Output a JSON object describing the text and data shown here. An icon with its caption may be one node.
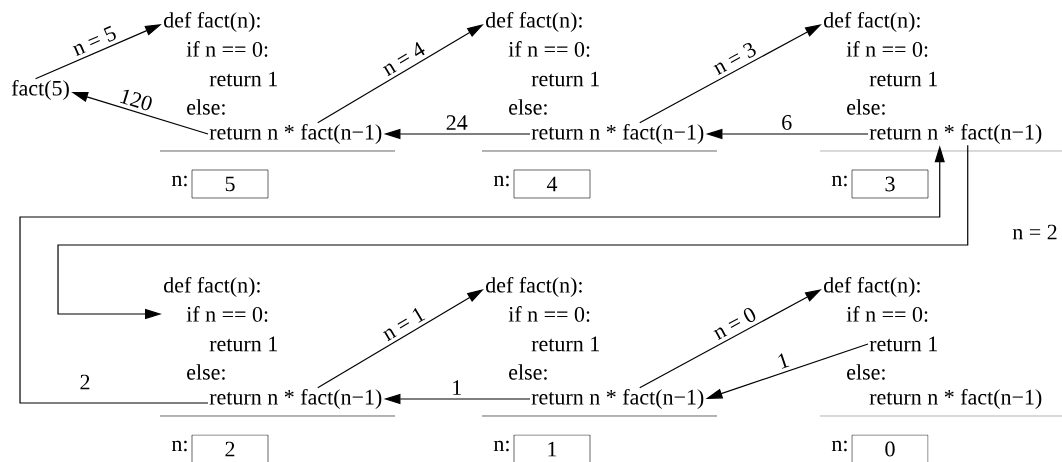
{
  "diagram": {
    "nodes": [
      {
        "text": [
          "fact(5)"
        ]
      },
      {
        "text": [
          "def fact(n):"
        ]
      },
      {
        "text": [
          "if n == 0:"
        ]
      },
      {
        "text": [
          "return 1"
        ]
      },
      {
        "text": [
          "else:"
        ]
      },
      {
        "text": [
          "return n * fact(n−1)"
        ]
      },
      {
        "text": [
          "5"
        ],
        "beside": [
          "n:"
        ]
      },
      {
        "text": [
          "def fact(n):"
        ]
      },
      {
        "text": [
          "if n == 0:"
        ]
      },
      {
        "text": [
          "return 1"
        ]
      },
      {
        "text": [
          "else:"
        ]
      },
      {
        "text": [
          "return n * fact(n−1)"
        ]
      },
      {
        "text": [
          "4"
        ],
        "beside": [
          "n:"
        ]
      },
      {
        "text": [
          "def fact(n):"
        ]
      },
      {
        "text": [
          "if n == 0:"
        ]
      },
      {
        "text": [
          "return 1"
        ]
      },
      {
        "text": [
          "else:"
        ]
      },
      {
        "text": [
          "return n * fact(n−1)"
        ]
      },
      {
        "text": [
          "3"
        ],
        "beside": [
          "n:"
        ]
      },
      {
        "text": [
          "def fact(n):"
        ]
      },
      {
        "text": [
          "if n == 0:"
        ]
      },
      {
        "text": [
          "return 1"
        ]
      },
      {
        "text": [
          "else:"
        ]
      },
      {
        "text": [
          "return n * fact(n−1)"
        ]
      },
      {
        "text": [
          "2"
        ],
        "beside": [
          "n:"
        ]
      },
      {
        "text": [
          "def fact(n):"
        ]
      },
      {
        "text": [
          "if n == 0:"
        ]
      },
      {
        "text": [
          "return 1"
        ]
      },
      {
        "text": [
          "else:"
        ]
      },
      {
        "text": [
          "return n * fact(n−1)"
        ]
      },
      {
        "text": [
          "1"
        ],
        "beside": [
          "n:"
        ]
      },
      {
        "text": [
          "def fact(n):"
        ]
      },
      {
        "text": [
          "if n == 0:"
        ]
      },
      {
        "text": [
          "return 1"
        ]
      },
      {
        "text": [
          "else:"
        ]
      },
      {
        "text": [
          "return n * fact(n−1)"
        ]
      },
      {
        "text": [
          "0"
        ],
        "beside": [
          "n:"
        ]
      }
    ],
    "edges": [
      {
        "from": 0,
        "to": 1,
        "arrow": "to",
        "label": "n = 5"
      },
      {
        "from": 5,
        "to": 0,
        "arrow": "to",
        "label": "120"
      },
      {
        "from": 5,
        "to": 7,
        "arrow": "to",
        "label": "n = 4"
      },
      {
        "from": 11,
        "to": 5,
        "arrow": "to",
        "label": "24"
      },
      {
        "from": 11,
        "to": 13,
        "arrow": "to",
        "label": "n = 3"
      },
      {
        "from": 17,
        "to": 11,
        "arrow": "to",
        "label": "6"
      },
      {
        "from": 17,
        "to": 19,
        "arrow": "to",
        "label": "n = 2"
      },
      {
        "from": 23,
        "to": 17,
        "arrow": "to",
        "label": "2"
      },
      {
        "from": 23,
        "to": 25,
        "arrow": "to",
        "label": "n = 1"
      },
      {
        "from": 29,
        "to": 23,
        "arrow": "to",
        "label": "1"
      },
      {
        "from": 29,
        "to": 31,
        "arrow": "to",
        "label": "n = 0"
      },
      {
        "from": 33,
        "to": 29,
        "arrow": "to",
        "label": "1"
      }
    ]
  }
}
